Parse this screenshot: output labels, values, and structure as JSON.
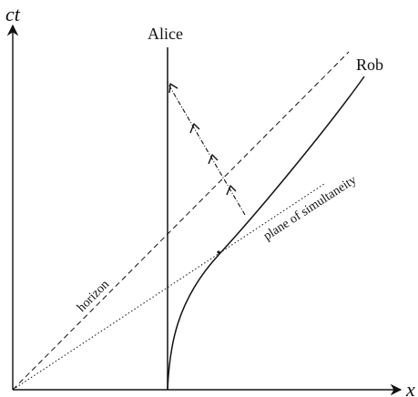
{
  "axes": {
    "vertical_label": "ct",
    "horizontal_label": "x"
  },
  "worldlines": {
    "alice_label": "Alice",
    "rob_label": "Rob"
  },
  "lines": {
    "horizon_label": "horizon",
    "simultaneity_label": "plane of simultaneity"
  },
  "colors": {
    "ink": "#111111",
    "background": "#ffffff"
  }
}
